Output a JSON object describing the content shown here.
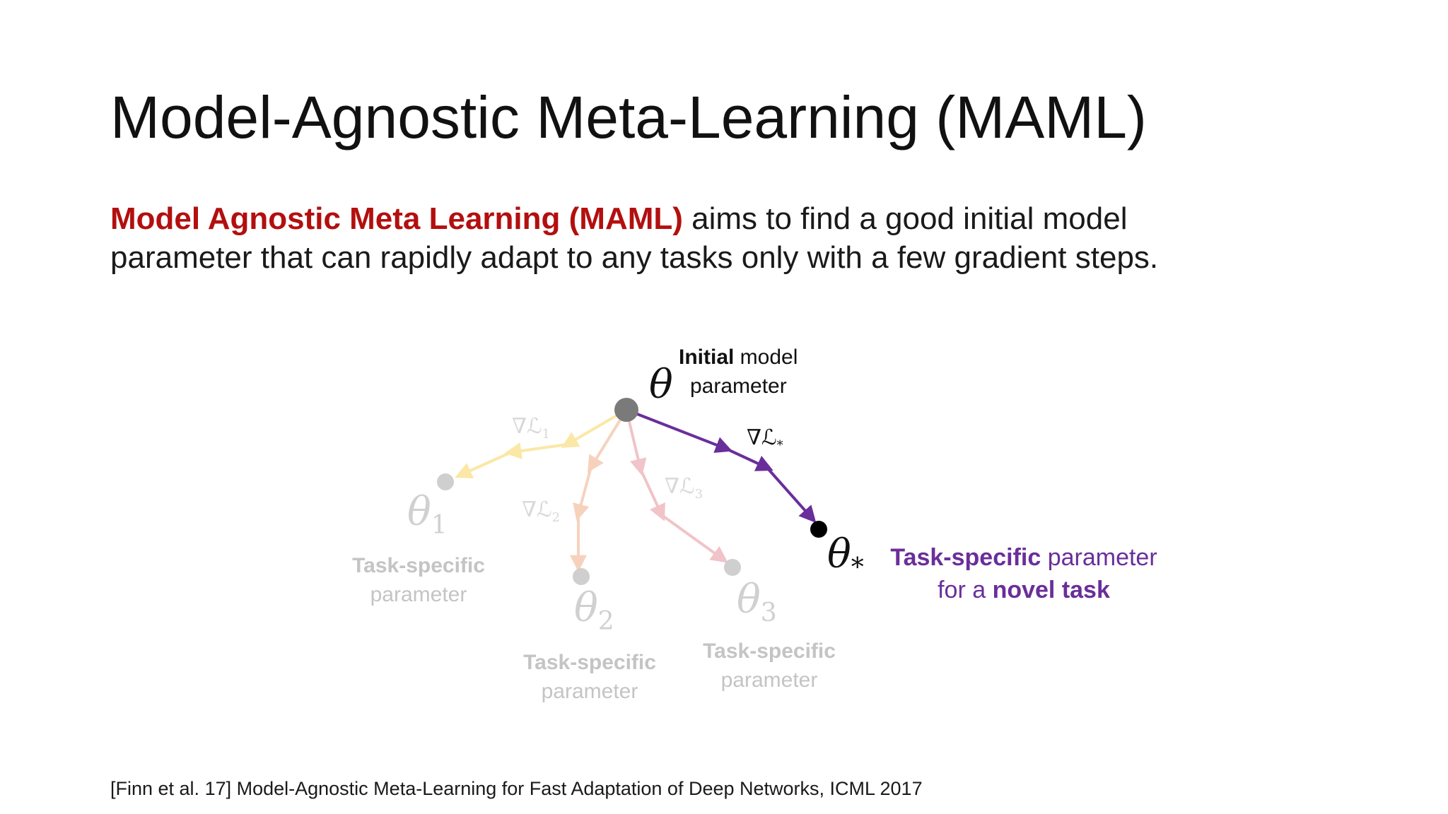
{
  "slide": {
    "title": "Model-Agnostic Meta-Learning (MAML)",
    "intro_highlight": "Model Agnostic Meta Learning (MAML)",
    "intro_line1_rest": " aims to find a good initial model",
    "intro_line2": "parameter that can rapidly adapt to any tasks only with a few gradient steps.",
    "footnote": "[Finn et al. 17] Model-Agnostic Meta-Learning for Fast Adaptation of Deep Networks, ICML 2017"
  },
  "diagram": {
    "initial": {
      "symbol": "θ",
      "caption_bold": "Initial",
      "caption_rest": " model",
      "caption_line2": "parameter"
    },
    "tasks": [
      {
        "symbol": "θ",
        "subscript": "1",
        "gradient": "∇ℒ",
        "gradient_sub": "1",
        "caption_bold": "Task-specific",
        "caption_line2": "parameter"
      },
      {
        "symbol": "θ",
        "subscript": "2",
        "gradient": "∇ℒ",
        "gradient_sub": "2",
        "caption_bold": "Task-specific",
        "caption_line2": "parameter"
      },
      {
        "symbol": "θ",
        "subscript": "3",
        "gradient": "∇ℒ",
        "gradient_sub": "3",
        "caption_bold": "Task-specific",
        "caption_line2": "parameter"
      }
    ],
    "novel": {
      "symbol": "θ",
      "subscript": "*",
      "gradient": "∇ℒ",
      "gradient_sub": "*",
      "caption_bold": "Task-specific",
      "caption_rest": " parameter",
      "caption_line2_pre": "for a ",
      "caption_line2_bold": "novel task"
    },
    "colors": {
      "highlight_red": "#b30f0f",
      "novel_purple": "#6a2e9a",
      "path1_yellow": "#fbe7a6",
      "path2_peach": "#f6d2bd",
      "path3_pink": "#f0c4c8",
      "faint_node": "#cfcfcf",
      "initial_node": "#7a7a7a",
      "novel_node": "#000000"
    }
  }
}
